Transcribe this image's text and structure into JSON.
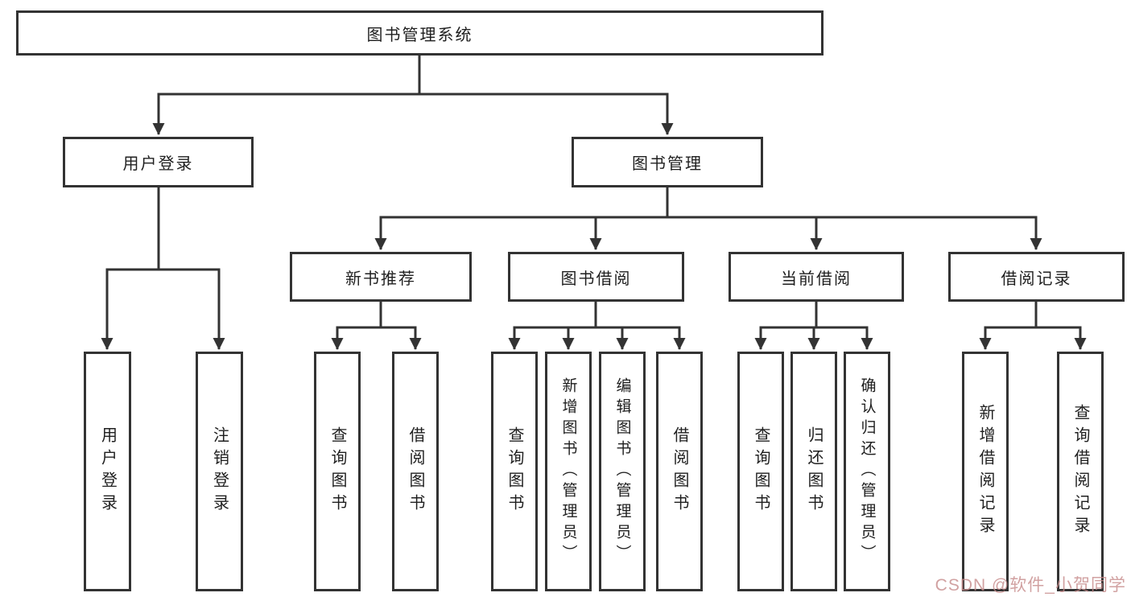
{
  "diagram": {
    "title": "图书管理系统",
    "root": {
      "label": "图书管理系统"
    },
    "level2": {
      "user_login": {
        "label": "用户登录"
      },
      "book_manage": {
        "label": "图书管理"
      }
    },
    "level3": {
      "new_books": {
        "label": "新书推荐"
      },
      "book_borrow": {
        "label": "图书借阅"
      },
      "current_borrow": {
        "label": "当前借阅"
      },
      "borrow_records": {
        "label": "借阅记录"
      }
    },
    "leaves": {
      "user_login": [
        "用户登录",
        "注销登录"
      ],
      "new_books": [
        "查询图书",
        "借阅图书"
      ],
      "book_borrow": [
        "查询图书",
        "新增图书（管理员）",
        "编辑图书（管理员）",
        "借阅图书"
      ],
      "current_borrow": [
        "查询图书",
        "归还图书",
        "确认归还（管理员）"
      ],
      "borrow_records": [
        "新增借阅记录",
        "查询借阅记录"
      ]
    }
  },
  "watermark": {
    "text": "CSDN @软件_小贺同学"
  },
  "colors": {
    "line": "#333333",
    "text": "#1f1f1f",
    "background": "#ffffff",
    "watermark": "#c58a8a"
  }
}
